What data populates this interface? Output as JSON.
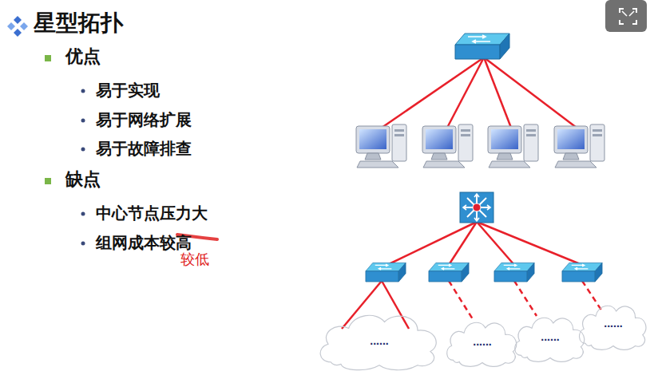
{
  "diagram": {
    "title": "星型拓扑",
    "nodes": [
      {
        "text": [
          "......"
        ]
      },
      {
        "text": [
          "......"
        ]
      },
      {
        "text": [
          "......"
        ]
      },
      {
        "text": [
          "......"
        ]
      }
    ],
    "labels": [
      "优点",
      "易于实现",
      "易于网络扩展",
      "易于故障排查",
      "缺点",
      "中心节点压力大",
      "组网成本较高",
      "较低"
    ]
  }
}
